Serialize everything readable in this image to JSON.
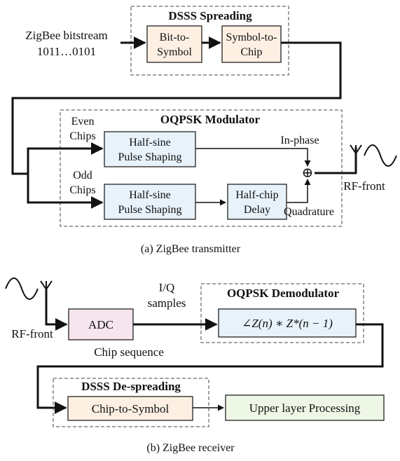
{
  "colors": {
    "spreading_fill": "#fdf0e3",
    "modulator_fill": "#e7f2fb",
    "adc_fill": "#f6e4ef",
    "upper_fill": "#eef6e6"
  },
  "transmitter": {
    "input_line1": "ZigBee bitstream",
    "input_line2": "1011…0101",
    "spreading_title": "DSSS Spreading",
    "bit_to_symbol_l1": "Bit-to-",
    "bit_to_symbol_l2": "Symbol",
    "symbol_to_chip_l1": "Symbol-to-",
    "symbol_to_chip_l2": "Chip",
    "modulator_title": "OQPSK Modulator",
    "even_l1": "Even",
    "even_l2": "Chips",
    "odd_l1": "Odd",
    "odd_l2": "Chips",
    "halfsine_l1": "Half-sine",
    "halfsine_l2": "Pulse Shaping",
    "delay_l1": "Half-chip",
    "delay_l2": "Delay",
    "inphase": "In-phase",
    "quadrature": "Quadrature",
    "adder_symbol": "⊕",
    "rf_front": "RF-front",
    "caption": "(a)  ZigBee transmitter"
  },
  "receiver": {
    "rf_front": "RF-front",
    "iq_l1": "I/Q",
    "iq_l2": "samples",
    "adc": "ADC",
    "demod_title": "OQPSK Demodulator",
    "demod_formula": "∠Z(n) ∗ Z*(n − 1)",
    "chip_sequence": "Chip sequence",
    "despread_title": "DSSS De-spreading",
    "chip_to_symbol": "Chip-to-Symbol",
    "upper_layer": "Upper layer Processing",
    "caption": "(b)  ZigBee receiver"
  }
}
